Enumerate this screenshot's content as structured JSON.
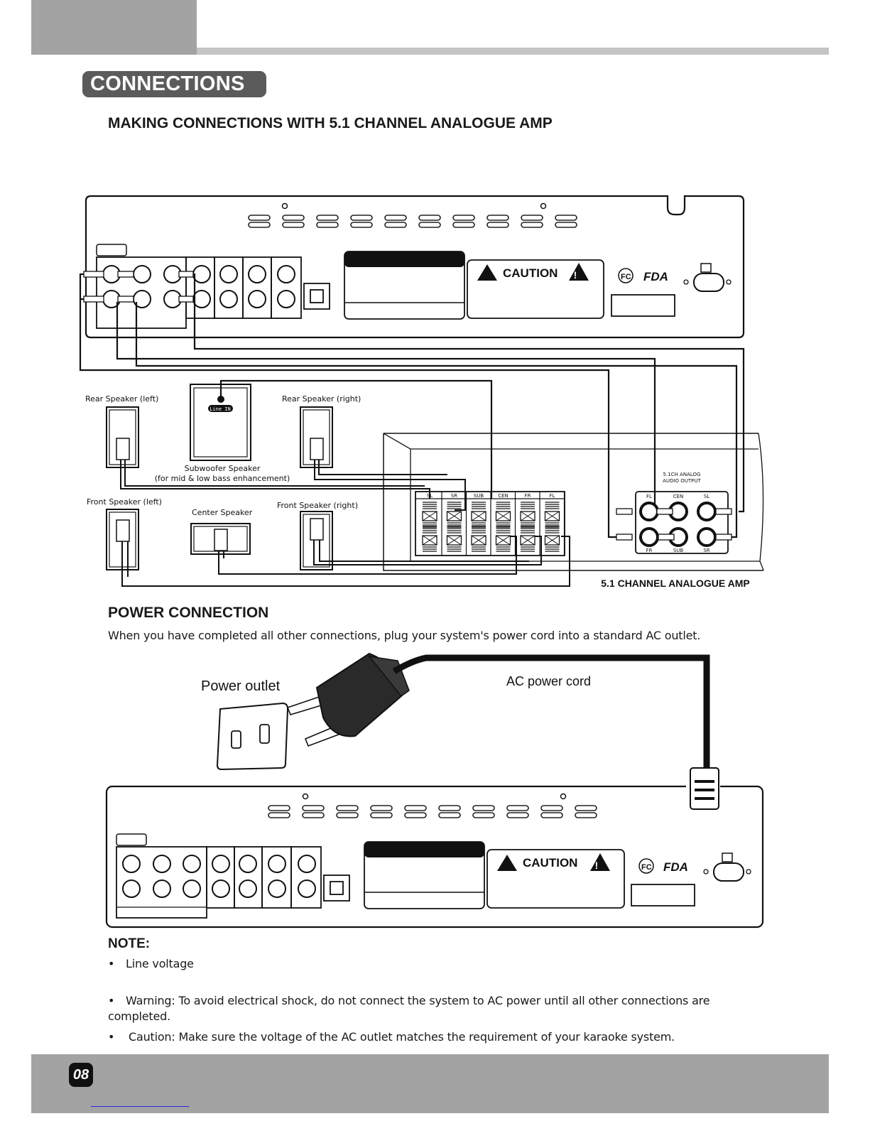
{
  "header": {
    "section_title": "CONNECTIONS"
  },
  "analog_section": {
    "heading": "MAKING CONNECTIONS WITH 5.1 CHANNEL ANALOGUE AMP",
    "caution_label": "CAUTION",
    "speakers": {
      "rear_left": "Rear Speaker (left)",
      "rear_right": "Rear Speaker (right)",
      "subwoofer": "Subwoofer Speaker",
      "subwoofer_note": "(for mid & low bass enhancement)",
      "line_in": "Line IN",
      "front_left": "Front Speaker (left)",
      "center": "Center Speaker",
      "front_right": "Front Speaker (right)"
    },
    "amp_terminals": [
      "SL",
      "SR",
      "SUB",
      "CEN",
      "FR",
      "FL"
    ],
    "amp_output_title_1": "5.1CH ANALOG",
    "amp_output_title_2": "AUDIO OUTPUT",
    "amp_output_top": [
      "FL",
      "CEN",
      "SL"
    ],
    "amp_output_bottom": [
      "FR",
      "SUB",
      "SR"
    ],
    "amp_caption": "5.1 CHANNEL ANALOGUE AMP"
  },
  "power_section": {
    "heading": "POWER CONNECTION",
    "text": "When you have completed all other connections, plug your system's power cord into a standard AC outlet.",
    "outlet_label": "Power outlet",
    "cord_label": "AC power cord",
    "caution_label": "CAUTION"
  },
  "notes": {
    "heading": "NOTE:",
    "items": [
      "Line voltage",
      "Warning: To avoid electrical shock, do not connect the system to AC power until all other connections are",
      "completed.",
      "Caution: Make sure the voltage of the AC outlet matches the requirement of your karaoke system."
    ]
  },
  "footer": {
    "page_number": "08"
  }
}
